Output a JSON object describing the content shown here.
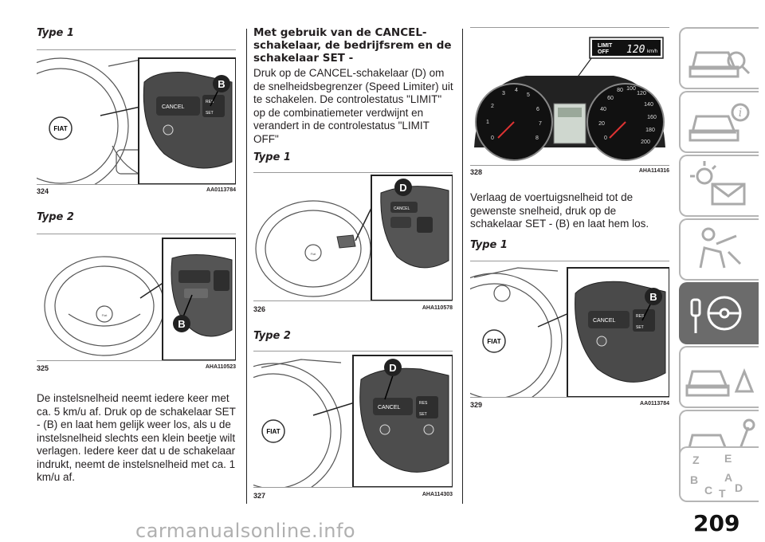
{
  "col1": {
    "fig324": {
      "type": "Type 1",
      "number": "324",
      "ref": "AA0113784",
      "cancel": "CANCEL",
      "res": "RES",
      "set": "SET",
      "badge": "B",
      "fiat": "FIAT"
    },
    "fig325": {
      "type": "Type 2",
      "number": "325",
      "ref": "AHA110523",
      "badge": "B"
    },
    "text": "De instelsnelheid neemt iedere keer met ca. 5 km/u af. Druk op de schakelaar SET - (B) en laat hem gelijk weer los, als u de instelsnelheid slechts een klein beetje wilt verlagen. Iedere keer dat u de schakelaar indrukt, neemt de instelsnelheid met ca. 1 km/u af."
  },
  "col2": {
    "heading": "Met gebruik van de CANCEL-schakelaar, de bedrijfsrem en de schakelaar SET -",
    "text": "Druk op de CANCEL-schakelaar (D) om de snelheidsbegrenzer (Speed Limiter) uit te schakelen. De controlestatus \"LIMIT\" op de combinatiemeter verdwijnt en verandert in de controlestatus \"LIMIT OFF\"",
    "fig326": {
      "type": "Type 1",
      "number": "326",
      "ref": "AHA110578",
      "badge": "D",
      "cancel": "CANCEL"
    },
    "fig327": {
      "type": "Type 2",
      "number": "327",
      "ref": "AHA114303",
      "badge": "D",
      "cancel": "CANCEL",
      "res": "RES",
      "set": "SET",
      "fiat": "FIAT"
    }
  },
  "col3": {
    "fig328": {
      "number": "328",
      "ref": "AHA114316",
      "limit": "LIMIT",
      "off": "OFF",
      "speed": "120",
      "unit": "km/h"
    },
    "text": "Verlaag de voertuigsnelheid tot de gewenste snelheid, druk op de schakelaar SET - (B) en laat hem los.",
    "type": "Type 1",
    "fig329": {
      "number": "329",
      "ref": "AA0113784",
      "badge": "B",
      "cancel": "CANCEL",
      "res": "RES",
      "set": "SET",
      "fiat": "FIAT"
    }
  },
  "sidebar": {
    "tabs": [
      "car-search-icon",
      "car-info-icon",
      "warning-light-icon",
      "airbag-person-icon",
      "steering-key-icon",
      "car-warning-icon",
      "car-wrench-icon",
      "spec-list-icon",
      "index-letters-icon"
    ],
    "active_index": 4
  },
  "footer": {
    "page_number": "209",
    "watermark": "carmanualsonline.info"
  }
}
